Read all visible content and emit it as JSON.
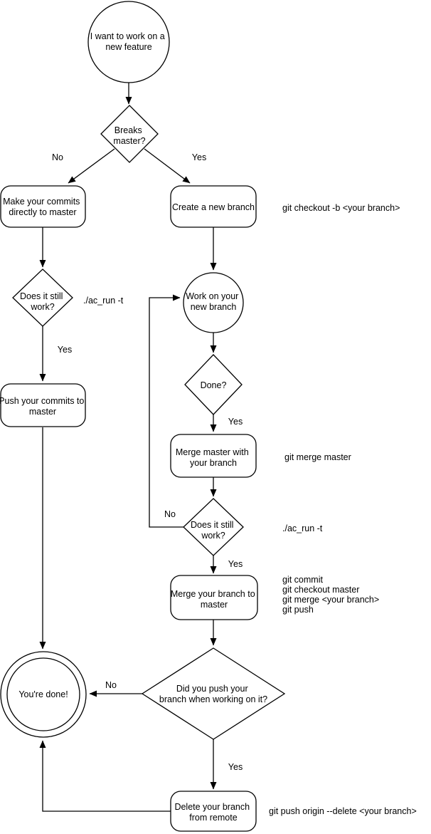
{
  "nodes": {
    "start": {
      "type": "circle",
      "lines": [
        "I want to work on a",
        "new feature"
      ]
    },
    "breaks_master": {
      "type": "decision",
      "lines": [
        "Breaks",
        "master?"
      ]
    },
    "make_commits": {
      "type": "process",
      "lines": [
        "Make your commits",
        "directly to master"
      ]
    },
    "create_branch": {
      "type": "process",
      "lines": [
        "Create a new branch"
      ]
    },
    "still_work_left": {
      "type": "decision",
      "lines": [
        "Does it still",
        "work?"
      ]
    },
    "push_commits": {
      "type": "process",
      "lines": [
        "Push your commits to",
        "master"
      ]
    },
    "work_branch": {
      "type": "circle",
      "lines": [
        "Work on your",
        "new branch"
      ]
    },
    "done": {
      "type": "decision",
      "lines": [
        "Done?"
      ]
    },
    "merge_master": {
      "type": "process",
      "lines": [
        "Merge master with",
        "your branch"
      ]
    },
    "still_work_right": {
      "type": "decision",
      "lines": [
        "Does it still",
        "work?"
      ]
    },
    "merge_branch": {
      "type": "process",
      "lines": [
        "Merge your branch to",
        "master"
      ]
    },
    "did_push": {
      "type": "decision",
      "lines": [
        "Did you push your",
        "branch when working on it?"
      ]
    },
    "youre_done": {
      "type": "terminal-double-circle",
      "lines": [
        "You're done!"
      ]
    },
    "delete_branch": {
      "type": "process",
      "lines": [
        "Delete your branch",
        "from remote"
      ]
    }
  },
  "edge_labels": {
    "breaks_master_no": "No",
    "breaks_master_yes": "Yes",
    "still_work_left_yes": "Yes",
    "done_yes": "Yes",
    "still_work_right_no": "No",
    "still_work_right_yes": "Yes",
    "did_push_no": "No",
    "did_push_yes": "Yes"
  },
  "annotations": {
    "create_branch_cmd": "git checkout -b <your branch>",
    "still_work_left_cmd": "./ac_run -t",
    "merge_master_cmd": "git merge master",
    "still_work_right_cmd": "./ac_run -t",
    "merge_branch_cmds": [
      "git commit",
      "git checkout master",
      "git merge <your branch>",
      "git push"
    ],
    "delete_branch_cmd": "git push origin --delete <your branch>"
  },
  "colors": {
    "stroke": "#000000",
    "fill": "#ffffff",
    "text": "#000000"
  }
}
